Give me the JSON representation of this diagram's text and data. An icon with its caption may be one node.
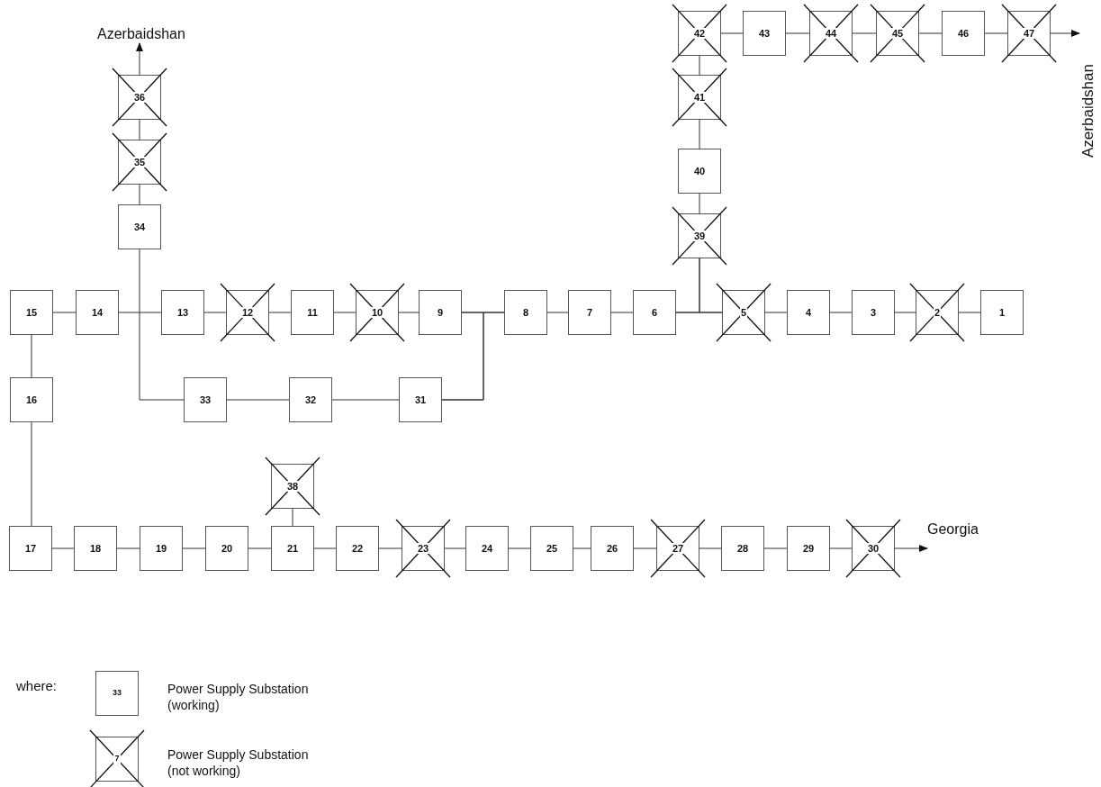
{
  "diagram": {
    "nodes": [
      {
        "text": [
          "1"
        ]
      },
      {
        "text": [
          "2"
        ]
      },
      {
        "text": [
          "3"
        ]
      },
      {
        "text": [
          "4"
        ]
      },
      {
        "text": [
          "5"
        ]
      },
      {
        "text": [
          "6"
        ]
      },
      {
        "text": [
          "7"
        ]
      },
      {
        "text": [
          "8"
        ]
      },
      {
        "text": [
          "9"
        ]
      },
      {
        "text": [
          "10"
        ]
      },
      {
        "text": [
          "11"
        ]
      },
      {
        "text": [
          "12"
        ]
      },
      {
        "text": [
          "13"
        ]
      },
      {
        "text": [
          "14"
        ]
      },
      {
        "text": [
          "15"
        ]
      },
      {
        "text": [
          "16"
        ]
      },
      {
        "text": [
          "17"
        ]
      },
      {
        "text": [
          "18"
        ]
      },
      {
        "text": [
          "19"
        ]
      },
      {
        "text": [
          "20"
        ]
      },
      {
        "text": [
          "21"
        ]
      },
      {
        "text": [
          "22"
        ]
      },
      {
        "text": [
          "23"
        ]
      },
      {
        "text": [
          "24"
        ]
      },
      {
        "text": [
          "25"
        ]
      },
      {
        "text": [
          "26"
        ]
      },
      {
        "text": [
          "27"
        ]
      },
      {
        "text": [
          "28"
        ]
      },
      {
        "text": [
          "29"
        ]
      },
      {
        "text": [
          "30"
        ]
      },
      {
        "text": [
          "31"
        ]
      },
      {
        "text": [
          "32"
        ]
      },
      {
        "text": [
          "33"
        ]
      },
      {
        "text": [
          "34"
        ]
      },
      {
        "text": [
          "35"
        ]
      },
      {
        "text": [
          "36"
        ]
      },
      {
        "text": [
          "38"
        ]
      },
      {
        "text": [
          "39"
        ]
      },
      {
        "text": [
          "40"
        ]
      },
      {
        "text": [
          "41"
        ]
      },
      {
        "text": [
          "42"
        ]
      },
      {
        "text": [
          "43"
        ]
      },
      {
        "text": [
          "44"
        ]
      },
      {
        "text": [
          "45"
        ]
      },
      {
        "text": [
          "46"
        ]
      },
      {
        "text": [
          "47"
        ]
      },
      {
        "text": [
          "Azerbaidshan"
        ]
      },
      {
        "text": [
          "Azerbaidshan"
        ]
      },
      {
        "text": [
          "Georgia"
        ]
      }
    ],
    "edges": [
      {
        "from": 0,
        "to": 1,
        "arrow": "none"
      },
      {
        "from": 1,
        "to": 2,
        "arrow": "none"
      },
      {
        "from": 2,
        "to": 3,
        "arrow": "none"
      },
      {
        "from": 3,
        "to": 4,
        "arrow": "none"
      },
      {
        "from": 4,
        "to": 5,
        "arrow": "none"
      },
      {
        "from": 5,
        "to": 6,
        "arrow": "none"
      },
      {
        "from": 6,
        "to": 7,
        "arrow": "none"
      },
      {
        "from": 7,
        "to": 8,
        "arrow": "none"
      },
      {
        "from": 8,
        "to": 9,
        "arrow": "none"
      },
      {
        "from": 9,
        "to": 10,
        "arrow": "none"
      },
      {
        "from": 10,
        "to": 11,
        "arrow": "none"
      },
      {
        "from": 11,
        "to": 12,
        "arrow": "none"
      },
      {
        "from": 12,
        "to": 13,
        "arrow": "none"
      },
      {
        "from": 13,
        "to": 14,
        "arrow": "none"
      },
      {
        "from": 14,
        "to": 15,
        "arrow": "none"
      },
      {
        "from": 15,
        "to": 16,
        "arrow": "none"
      },
      {
        "from": 16,
        "to": 17,
        "arrow": "none"
      },
      {
        "from": 17,
        "to": 18,
        "arrow": "none"
      },
      {
        "from": 18,
        "to": 19,
        "arrow": "none"
      },
      {
        "from": 19,
        "to": 20,
        "arrow": "none"
      },
      {
        "from": 20,
        "to": 21,
        "arrow": "none"
      },
      {
        "from": 21,
        "to": 22,
        "arrow": "none"
      },
      {
        "from": 22,
        "to": 23,
        "arrow": "none"
      },
      {
        "from": 23,
        "to": 24,
        "arrow": "none"
      },
      {
        "from": 24,
        "to": 25,
        "arrow": "none"
      },
      {
        "from": 25,
        "to": 26,
        "arrow": "none"
      },
      {
        "from": 26,
        "to": 27,
        "arrow": "none"
      },
      {
        "from": 27,
        "to": 28,
        "arrow": "none"
      },
      {
        "from": 28,
        "to": 29,
        "arrow": "none"
      },
      {
        "from": 29,
        "to": 48,
        "arrow": "to"
      },
      {
        "from": 30,
        "to": 7,
        "arrow": "none"
      },
      {
        "from": 30,
        "to": 8,
        "arrow": "none"
      },
      {
        "from": 30,
        "to": 31,
        "arrow": "none"
      },
      {
        "from": 31,
        "to": 32,
        "arrow": "none"
      },
      {
        "from": 32,
        "to": 33,
        "arrow": "none"
      },
      {
        "from": 33,
        "to": 34,
        "arrow": "none"
      },
      {
        "from": 34,
        "to": 35,
        "arrow": "none"
      },
      {
        "from": 35,
        "to": 46,
        "arrow": "to"
      },
      {
        "from": 20,
        "to": 36,
        "arrow": "none"
      },
      {
        "from": 37,
        "to": 4,
        "arrow": "none"
      },
      {
        "from": 37,
        "to": 5,
        "arrow": "none"
      },
      {
        "from": 37,
        "to": 38,
        "arrow": "none"
      },
      {
        "from": 38,
        "to": 39,
        "arrow": "none"
      },
      {
        "from": 39,
        "to": 40,
        "arrow": "none"
      },
      {
        "from": 40,
        "to": 41,
        "arrow": "none"
      },
      {
        "from": 41,
        "to": 42,
        "arrow": "none"
      },
      {
        "from": 42,
        "to": 43,
        "arrow": "none"
      },
      {
        "from": 43,
        "to": 44,
        "arrow": "none"
      },
      {
        "from": 44,
        "to": 45,
        "arrow": "none"
      },
      {
        "from": 45,
        "to": 47,
        "arrow": "to"
      }
    ],
    "labels": [
      "where:",
      "33",
      "7"
    ],
    "legend": [
      {
        "text": "Power Supply Substation (working)"
      },
      {
        "text": "Power Supply Substation (not working)"
      }
    ]
  }
}
